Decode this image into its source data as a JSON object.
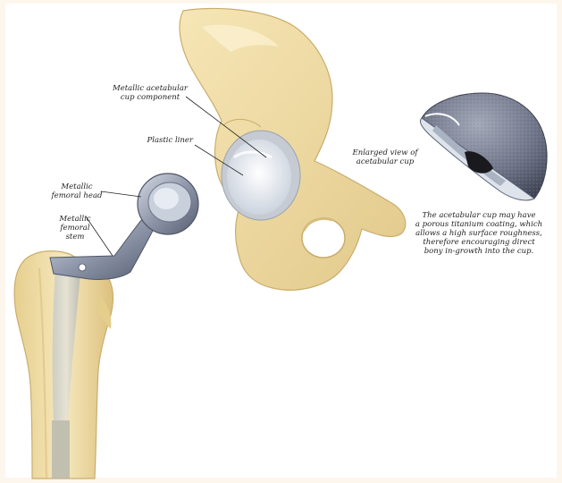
{
  "labels": {
    "metallic_acetabular_cup": "Metallic acetabular\ncup component",
    "plastic_liner": "Plastic liner",
    "metallic_femoral_head": "Metallic\nfemoral head",
    "metallic_femoral_stem": "Metallic\nfemoral\nstem",
    "enlarged_view": "Enlarged view of\nacetabular cup",
    "cup_description": "The acetabular cup may have\na porous titanium coating, which\nallows a high surface roughness,\ntherefore encouraging direct\nbony in-growth into the cup."
  },
  "colors": {
    "bone": "#efdca5",
    "bone_shadow": "#d9bf7c",
    "metal": "#9aa3b5",
    "metal_dark": "#5b6376",
    "liner": "#e9eef5",
    "porous": "#6b7186"
  }
}
